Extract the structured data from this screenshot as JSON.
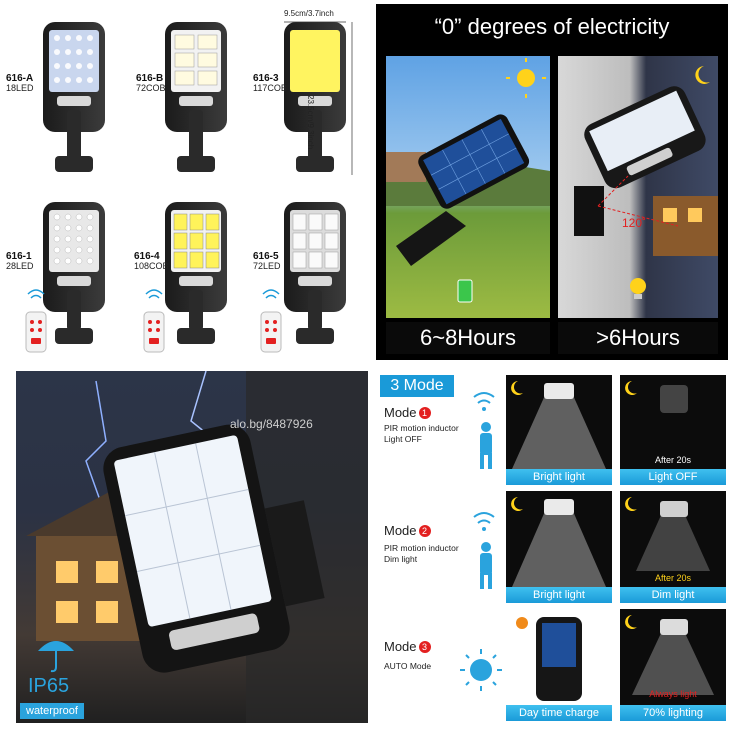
{
  "variants": [
    {
      "code": "616-A",
      "spec": "18LED"
    },
    {
      "code": "616-B",
      "spec": "72COB"
    },
    {
      "code": "616-3",
      "spec": "117COB"
    },
    {
      "code": "616-1",
      "spec": "28LED"
    },
    {
      "code": "616-4",
      "spec": "108COB"
    },
    {
      "code": "616-5",
      "spec": "72LED"
    }
  ],
  "dimensions": {
    "width": "9.5cm/3.7inch",
    "height": "23.5cm/9.3inch"
  },
  "energy": {
    "title": "“0” degrees of electricity",
    "charge": "6~8Hours",
    "light": ">6Hours",
    "angle": "120˚"
  },
  "weather": {
    "watermark": "alo.bg/8487926",
    "rating": "IP65",
    "rating_note": "waterproof"
  },
  "modes": {
    "header": "3 Mode",
    "label": "Mode",
    "items": [
      {
        "num": "1",
        "desc1": "PIR motion inductor",
        "desc2": "Light OFF",
        "left": "Bright light",
        "right": "Light OFF",
        "note": "After 20s"
      },
      {
        "num": "2",
        "desc1": "PIR motion inductor",
        "desc2": "Dim light",
        "left": "Bright light",
        "right": "Dim light",
        "note": "After 20s"
      },
      {
        "num": "3",
        "desc1": "AUTO Mode",
        "desc2": "",
        "left": "Day time charge",
        "right": "70% lighting",
        "note": "Always light"
      }
    ]
  },
  "colors": {
    "accent_blue": "#1a9ad8",
    "dark": "#0a0a0a",
    "red": "#e32020"
  }
}
